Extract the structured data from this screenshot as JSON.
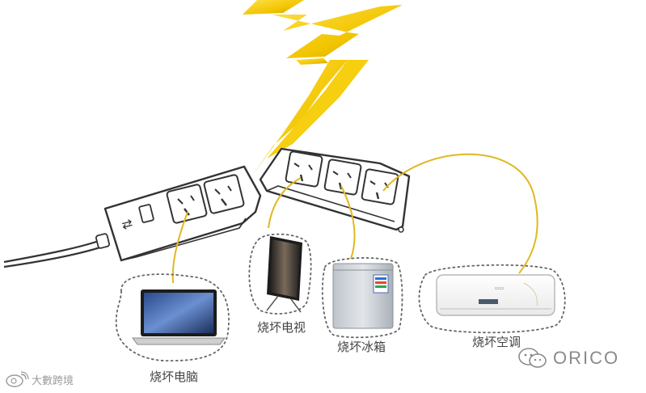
{
  "appliances": {
    "laptop_label": "烧坏电脑",
    "tv_label": "烧坏电视",
    "fridge_label": "烧坏冰箱",
    "ac_label": "烧坏空调"
  },
  "brand": {
    "name": "ORICO"
  },
  "watermark": {
    "text": "大數跨境"
  },
  "colors": {
    "lightning": "#f2c500",
    "lightning_dark": "#d6a800",
    "wire": "#e0b820",
    "outline": "#333333"
  },
  "icons": {
    "lightning": "lightning-bolt-icon",
    "brand": "wechat-icon",
    "watermark": "weibo-icon"
  }
}
